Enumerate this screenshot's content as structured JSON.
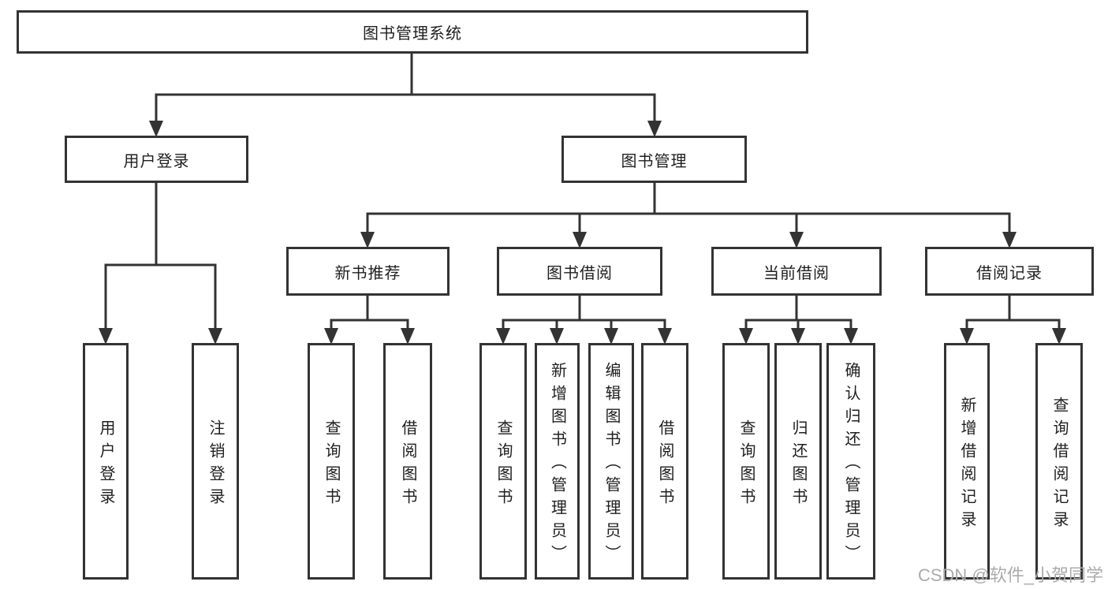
{
  "diagram_title": "图书管理系统",
  "tree": {
    "label": "图书管理系统",
    "children": [
      {
        "label": "用户登录",
        "children": [
          {
            "label": "用户登录"
          },
          {
            "label": "注销登录"
          }
        ]
      },
      {
        "label": "图书管理",
        "children": [
          {
            "label": "新书推荐",
            "children": [
              {
                "label": "查询图书"
              },
              {
                "label": "借阅图书"
              }
            ]
          },
          {
            "label": "图书借阅",
            "children": [
              {
                "label": "查询图书"
              },
              {
                "label": "新增图书（管理员）"
              },
              {
                "label": "编辑图书（管理员）"
              },
              {
                "label": "借阅图书"
              }
            ]
          },
          {
            "label": "当前借阅",
            "children": [
              {
                "label": "查询图书"
              },
              {
                "label": "归还图书"
              },
              {
                "label": "确认归还（管理员）"
              }
            ]
          },
          {
            "label": "借阅记录",
            "children": [
              {
                "label": "新增借阅记录"
              },
              {
                "label": "查询借阅记录"
              }
            ]
          }
        ]
      }
    ]
  },
  "watermark": {
    "text": "CSDN @软件_小贺同学"
  },
  "colors": {
    "line": "#333333",
    "box_border": "#333333",
    "text": "#1f1f1f",
    "watermark": "#ababab",
    "background": "#ffffff"
  }
}
